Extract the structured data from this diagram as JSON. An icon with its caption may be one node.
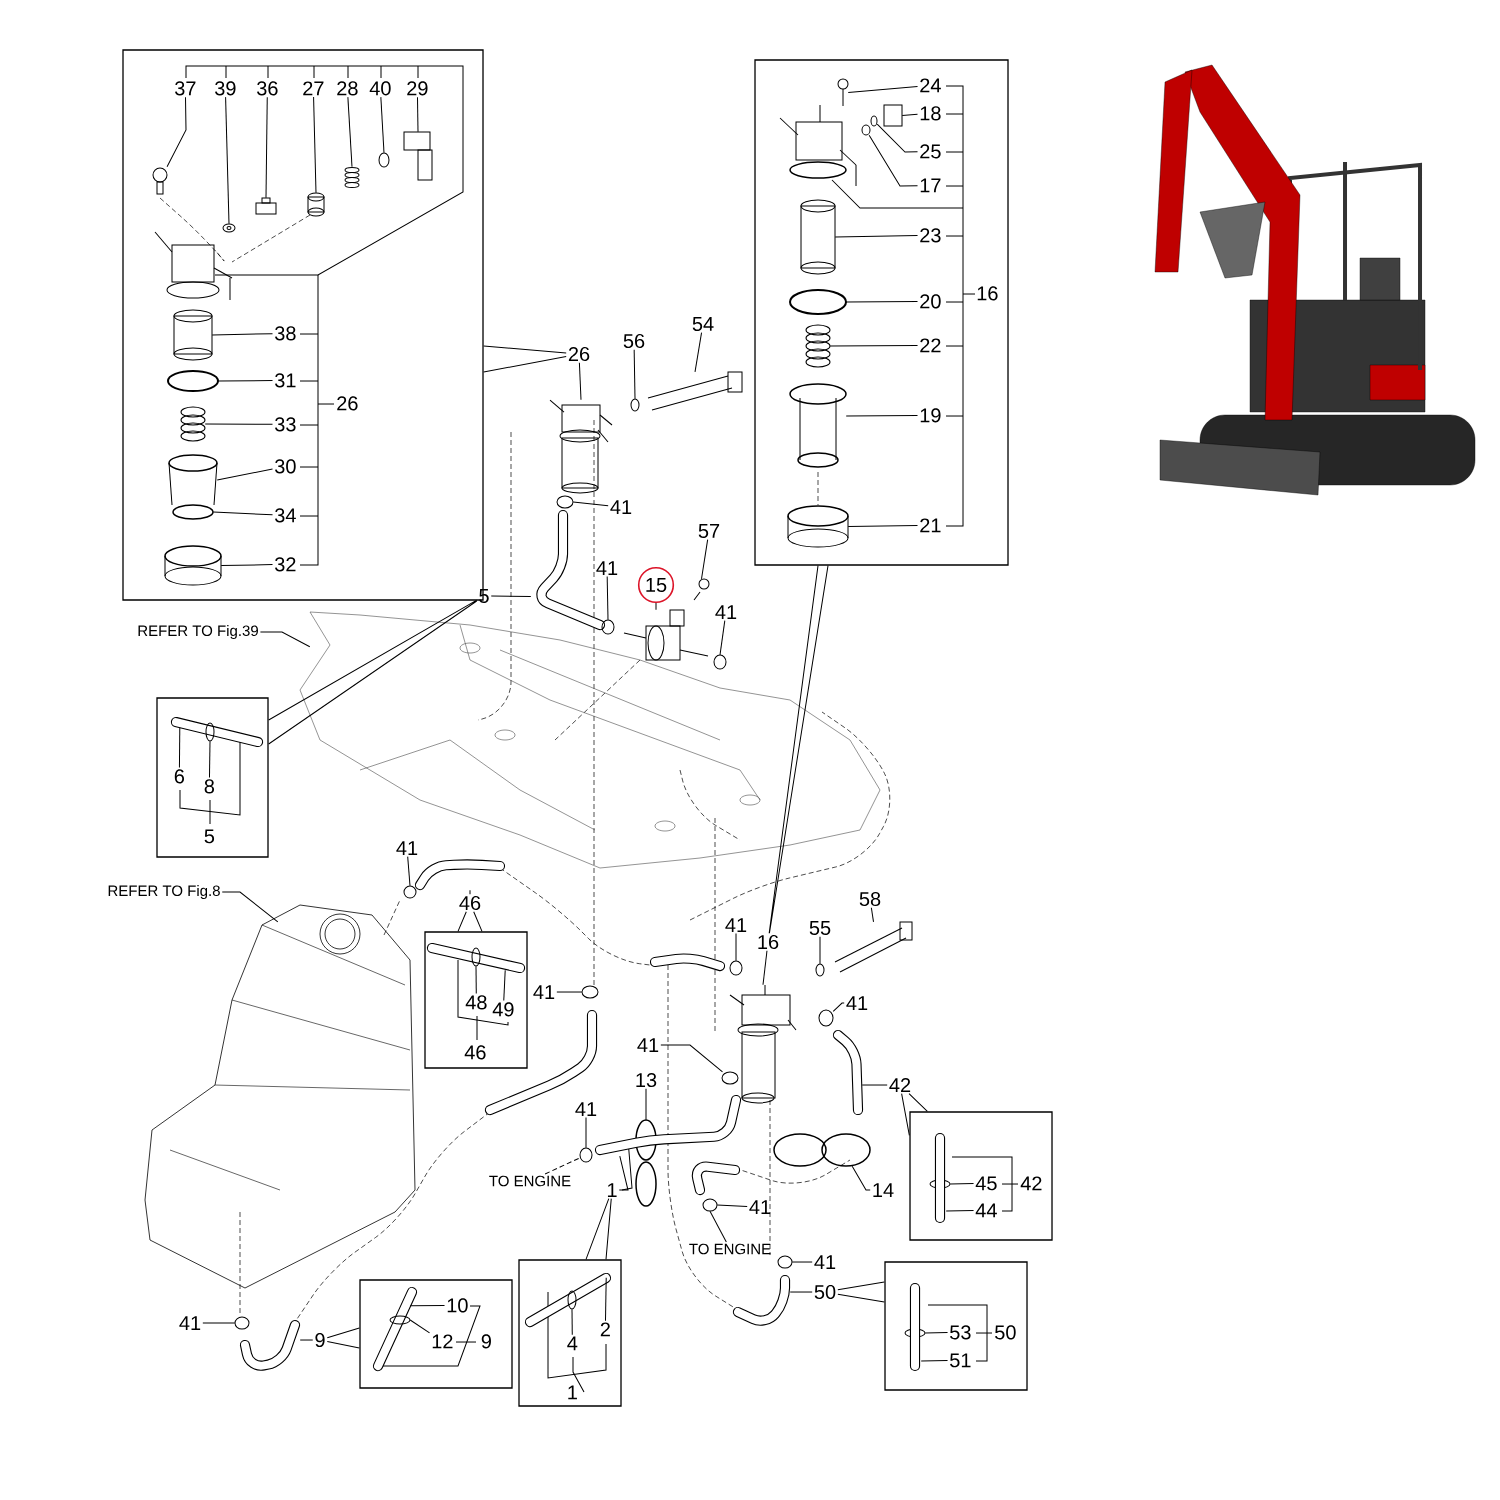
{
  "diagram": {
    "nodes": [
      {
        "text": [],
        "shape": "box"
      },
      {
        "text": [
          "37"
        ],
        "in": 0
      },
      {
        "text": [
          "39"
        ],
        "in": 0
      },
      {
        "text": [
          "36"
        ],
        "in": 0
      },
      {
        "text": [
          "27"
        ],
        "in": 0
      },
      {
        "text": [
          "28"
        ],
        "in": 0
      },
      {
        "text": [
          "40"
        ],
        "in": 0
      },
      {
        "text": [
          "29"
        ],
        "in": 0
      },
      {
        "text": [
          "38"
        ],
        "in": 0
      },
      {
        "text": [
          "31"
        ],
        "in": 0
      },
      {
        "text": [
          "33"
        ],
        "in": 0
      },
      {
        "text": [
          "30"
        ],
        "in": 0
      },
      {
        "text": [
          "34"
        ],
        "in": 0
      },
      {
        "text": [
          "32"
        ],
        "in": 0
      },
      {
        "text": [
          "26"
        ],
        "in": 0
      },
      {
        "text": [],
        "shape": "box"
      },
      {
        "text": [
          "24"
        ],
        "in": 15
      },
      {
        "text": [
          "18"
        ],
        "in": 15
      },
      {
        "text": [
          "25"
        ],
        "in": 15
      },
      {
        "text": [
          "17"
        ],
        "in": 15
      },
      {
        "text": [
          "23"
        ],
        "in": 15
      },
      {
        "text": [
          "20"
        ],
        "in": 15
      },
      {
        "text": [
          "22"
        ],
        "in": 15
      },
      {
        "text": [
          "19"
        ],
        "in": 15
      },
      {
        "text": [
          "21"
        ],
        "in": 15
      },
      {
        "text": [
          "16"
        ],
        "in": 15
      },
      {
        "text": [
          "26"
        ]
      },
      {
        "text": [
          "56"
        ]
      },
      {
        "text": [
          "54"
        ]
      },
      {
        "text": [
          "41"
        ]
      },
      {
        "text": [
          "5"
        ]
      },
      {
        "text": [
          "41"
        ]
      },
      {
        "text": [
          "15"
        ]
      },
      {
        "text": [
          "57"
        ]
      },
      {
        "text": [
          "41"
        ]
      },
      {
        "text": [
          "REFER TO Fig.39"
        ]
      },
      {
        "text": [],
        "shape": "box"
      },
      {
        "text": [
          "6"
        ],
        "in": 36
      },
      {
        "text": [
          "8"
        ],
        "in": 36
      },
      {
        "text": [
          "5"
        ],
        "in": 36
      },
      {
        "text": [
          "41"
        ]
      },
      {
        "text": [
          "46"
        ]
      },
      {
        "text": [],
        "shape": "box"
      },
      {
        "text": [
          "48"
        ],
        "in": 42
      },
      {
        "text": [
          "49"
        ],
        "in": 42
      },
      {
        "text": [
          "46"
        ],
        "in": 42
      },
      {
        "text": [
          "REFER TO Fig.8"
        ]
      },
      {
        "text": [
          "41"
        ]
      },
      {
        "text": [
          "41"
        ]
      },
      {
        "text": [
          "16"
        ]
      },
      {
        "text": [
          "55"
        ]
      },
      {
        "text": [
          "58"
        ]
      },
      {
        "text": [
          "41"
        ]
      },
      {
        "text": [
          "41"
        ]
      },
      {
        "text": [
          "13"
        ]
      },
      {
        "text": [
          "42"
        ]
      },
      {
        "text": [],
        "shape": "box"
      },
      {
        "text": [
          "45"
        ],
        "in": 56
      },
      {
        "text": [
          "44"
        ],
        "in": 56
      },
      {
        "text": [
          "42"
        ],
        "in": 56
      },
      {
        "text": [
          "41"
        ]
      },
      {
        "text": [
          "TO ENGINE"
        ]
      },
      {
        "text": [
          "1"
        ]
      },
      {
        "text": [
          "14"
        ]
      },
      {
        "text": [
          "41"
        ]
      },
      {
        "text": [
          "TO ENGINE"
        ]
      },
      {
        "text": [
          "41"
        ]
      },
      {
        "text": [
          "50"
        ]
      },
      {
        "text": [],
        "shape": "box"
      },
      {
        "text": [
          "53"
        ],
        "in": 68
      },
      {
        "text": [
          "51"
        ],
        "in": 68
      },
      {
        "text": [
          "50"
        ],
        "in": 68
      },
      {
        "text": [
          "41"
        ]
      },
      {
        "text": [
          "9"
        ]
      },
      {
        "text": [],
        "shape": "box"
      },
      {
        "text": [
          "10"
        ],
        "in": 74
      },
      {
        "text": [
          "12"
        ],
        "in": 74
      },
      {
        "text": [
          "9"
        ],
        "in": 74
      },
      {
        "text": [],
        "shape": "box"
      },
      {
        "text": [
          "4"
        ],
        "in": 78
      },
      {
        "text": [
          "2"
        ],
        "in": 78
      },
      {
        "text": [
          "1"
        ],
        "in": 78
      },
      {
        "text": [],
        "shape": "circle",
        "in": 0
      },
      {
        "text": [],
        "shape": "circle",
        "in": 0
      },
      {
        "text": [],
        "shape": "box",
        "in": 0
      },
      {
        "text": [],
        "shape": "cylinder",
        "in": 0
      },
      {
        "text": [],
        "shape": "picture",
        "in": 0
      },
      {
        "text": [],
        "shape": "circle",
        "in": 0
      },
      {
        "text": [],
        "shape": "picture",
        "in": 0
      },
      {
        "text": [],
        "shape": "cylinder",
        "in": 0
      },
      {
        "text": [],
        "shape": "circle",
        "in": 0
      },
      {
        "text": [],
        "shape": "picture",
        "in": 0
      },
      {
        "text": [],
        "shape": "cylinder",
        "in": 0
      },
      {
        "text": [],
        "shape": "circle",
        "in": 0
      },
      {
        "text": [],
        "shape": "cylinder",
        "in": 0
      },
      {
        "text": [],
        "shape": "circle",
        "in": 15
      },
      {
        "text": [],
        "shape": "box",
        "in": 15
      },
      {
        "text": [],
        "shape": "circle",
        "in": 15
      },
      {
        "text": [],
        "shape": "circle",
        "in": 15
      },
      {
        "text": [],
        "shape": "cylinder",
        "in": 15
      },
      {
        "text": [],
        "shape": "circle",
        "in": 15
      },
      {
        "text": [],
        "shape": "picture",
        "in": 15
      },
      {
        "text": [],
        "shape": "cylinder",
        "in": 15
      },
      {
        "text": [],
        "shape": "cylinder",
        "in": 15
      },
      {
        "text": [],
        "shape": "picture"
      },
      {
        "text": [],
        "shape": "circle"
      },
      {
        "text": [],
        "shape": "picture"
      },
      {
        "text": [],
        "shape": "circle"
      },
      {
        "text": [],
        "shape": "picture"
      },
      {
        "text": [],
        "shape": "circle"
      },
      {
        "text": [],
        "shape": "picture"
      },
      {
        "text": [],
        "shape": "circle"
      },
      {
        "text": [],
        "shape": "circle"
      },
      {
        "text": [],
        "shape": "picture"
      },
      {
        "text": [],
        "shape": "picture",
        "in": 36
      },
      {
        "text": [],
        "shape": "circle",
        "in": 114
      },
      {
        "text": [],
        "shape": "circle"
      },
      {
        "text": [],
        "shape": "picture"
      },
      {
        "text": [],
        "shape": "picture",
        "in": 42
      },
      {
        "text": [],
        "shape": "circle",
        "in": 118
      },
      {
        "text": [],
        "shape": "picture"
      },
      {
        "text": [],
        "shape": "circle"
      },
      {
        "text": [],
        "shape": "circle"
      },
      {
        "text": [],
        "shape": "picture"
      },
      {
        "text": [],
        "shape": "circle"
      },
      {
        "text": [],
        "shape": "picture"
      },
      {
        "text": [],
        "shape": "circle"
      },
      {
        "text": [],
        "shape": "circle"
      },
      {
        "text": [],
        "shape": "circle"
      },
      {
        "text": [],
        "shape": "picture"
      },
      {
        "text": [],
        "shape": "circle",
        "in": 56
      },
      {
        "text": [],
        "shape": "picture",
        "in": 56
      },
      {
        "text": [],
        "shape": "circle"
      },
      {
        "text": [],
        "shape": "picture"
      },
      {
        "text": [],
        "shape": "circle"
      },
      {
        "text": [],
        "shape": "circle"
      },
      {
        "text": [],
        "shape": "circle"
      },
      {
        "text": [],
        "shape": "picture"
      },
      {
        "text": [],
        "shape": "circle",
        "in": 68
      },
      {
        "text": [],
        "shape": "picture",
        "in": 68
      },
      {
        "text": [],
        "shape": "circle"
      },
      {
        "text": [],
        "shape": "picture"
      },
      {
        "text": [],
        "shape": "picture",
        "in": 74
      },
      {
        "text": [],
        "shape": "circle",
        "in": 142
      },
      {
        "text": [],
        "shape": "picture",
        "in": 78
      },
      {
        "text": [],
        "shape": "circle",
        "in": 144
      }
    ],
    "edges": [
      {
        "from": 1,
        "to": 82,
        "arrow": "none"
      },
      {
        "from": 2,
        "to": 83,
        "arrow": "none"
      },
      {
        "from": 3,
        "to": 84,
        "arrow": "none"
      },
      {
        "from": 4,
        "to": 85,
        "arrow": "none"
      },
      {
        "from": 5,
        "to": 86,
        "arrow": "none"
      },
      {
        "from": 6,
        "to": 87,
        "arrow": "none"
      },
      {
        "from": 7,
        "to": 88,
        "arrow": "none"
      },
      {
        "from": 8,
        "to": 89,
        "arrow": "none"
      },
      {
        "from": 9,
        "to": 90,
        "arrow": "none"
      },
      {
        "from": 10,
        "to": 91,
        "arrow": "none"
      },
      {
        "from": 11,
        "to": 92,
        "arrow": "none"
      },
      {
        "from": 12,
        "to": 93,
        "arrow": "none"
      },
      {
        "from": 13,
        "to": 94,
        "arrow": "none"
      },
      {
        "from": 0,
        "to": 26,
        "arrow": "none"
      },
      {
        "from": 16,
        "to": 95,
        "arrow": "none"
      },
      {
        "from": 17,
        "to": 96,
        "arrow": "none"
      },
      {
        "from": 18,
        "to": 97,
        "arrow": "none"
      },
      {
        "from": 19,
        "to": 98,
        "arrow": "none"
      },
      {
        "from": 20,
        "to": 99,
        "arrow": "none"
      },
      {
        "from": 21,
        "to": 100,
        "arrow": "none"
      },
      {
        "from": 22,
        "to": 101,
        "arrow": "none"
      },
      {
        "from": 23,
        "to": 102,
        "arrow": "none"
      },
      {
        "from": 24,
        "to": 103,
        "arrow": "none"
      },
      {
        "from": 15,
        "to": 49,
        "arrow": "none"
      },
      {
        "from": 26,
        "to": 104,
        "arrow": "none"
      },
      {
        "from": 27,
        "to": 105,
        "arrow": "none"
      },
      {
        "from": 28,
        "to": 106,
        "arrow": "none"
      },
      {
        "from": 29,
        "to": 107,
        "arrow": "none"
      },
      {
        "from": 30,
        "to": 108,
        "arrow": "none"
      },
      {
        "from": 31,
        "to": 109,
        "arrow": "none"
      },
      {
        "from": 32,
        "to": 110,
        "arrow": "none"
      },
      {
        "from": 33,
        "to": 111,
        "arrow": "none"
      },
      {
        "from": 34,
        "to": 112,
        "arrow": "none"
      },
      {
        "from": 35,
        "to": 113,
        "arrow": "none"
      },
      {
        "from": 30,
        "to": 36,
        "arrow": "none"
      },
      {
        "from": 37,
        "to": 114,
        "arrow": "none"
      },
      {
        "from": 38,
        "to": 115,
        "arrow": "none"
      },
      {
        "from": 40,
        "to": 116,
        "arrow": "none"
      },
      {
        "from": 41,
        "to": 117,
        "arrow": "none"
      },
      {
        "from": 41,
        "to": 42,
        "arrow": "none"
      },
      {
        "from": 43,
        "to": 119,
        "arrow": "none"
      },
      {
        "from": 44,
        "to": 118,
        "arrow": "none"
      },
      {
        "from": 46,
        "to": 120,
        "arrow": "none"
      },
      {
        "from": 47,
        "to": 121,
        "arrow": "none"
      },
      {
        "from": 48,
        "to": 122,
        "arrow": "none"
      },
      {
        "from": 49,
        "to": 123,
        "arrow": "none"
      },
      {
        "from": 50,
        "to": 124,
        "arrow": "none"
      },
      {
        "from": 51,
        "to": 125,
        "arrow": "none"
      },
      {
        "from": 52,
        "to": 126,
        "arrow": "none"
      },
      {
        "from": 53,
        "to": 127,
        "arrow": "none"
      },
      {
        "from": 54,
        "to": 128,
        "arrow": "none"
      },
      {
        "from": 55,
        "to": 129,
        "arrow": "none"
      },
      {
        "from": 55,
        "to": 56,
        "arrow": "none"
      },
      {
        "from": 57,
        "to": 130,
        "arrow": "none"
      },
      {
        "from": 58,
        "to": 131,
        "arrow": "none"
      },
      {
        "from": 60,
        "to": 132,
        "arrow": "none"
      },
      {
        "from": 61,
        "to": 132,
        "arrow": "none",
        "style": "dashed"
      },
      {
        "from": 62,
        "to": 133,
        "arrow": "none"
      },
      {
        "from": 62,
        "to": 78,
        "arrow": "none"
      },
      {
        "from": 63,
        "to": 134,
        "arrow": "none"
      },
      {
        "from": 64,
        "to": 135,
        "arrow": "none"
      },
      {
        "from": 65,
        "to": 135,
        "arrow": "none"
      },
      {
        "from": 66,
        "to": 136,
        "arrow": "none"
      },
      {
        "from": 67,
        "to": 137,
        "arrow": "none"
      },
      {
        "from": 67,
        "to": 68,
        "arrow": "none"
      },
      {
        "from": 69,
        "to": 138,
        "arrow": "none"
      },
      {
        "from": 70,
        "to": 139,
        "arrow": "none"
      },
      {
        "from": 72,
        "to": 140,
        "arrow": "none"
      },
      {
        "from": 73,
        "to": 141,
        "arrow": "none"
      },
      {
        "from": 73,
        "to": 74,
        "arrow": "none"
      },
      {
        "from": 75,
        "to": 142,
        "arrow": "none"
      },
      {
        "from": 76,
        "to": 143,
        "arrow": "none"
      },
      {
        "from": 79,
        "to": 145,
        "arrow": "none"
      },
      {
        "from": 80,
        "to": 144,
        "arrow": "none"
      }
    ]
  }
}
